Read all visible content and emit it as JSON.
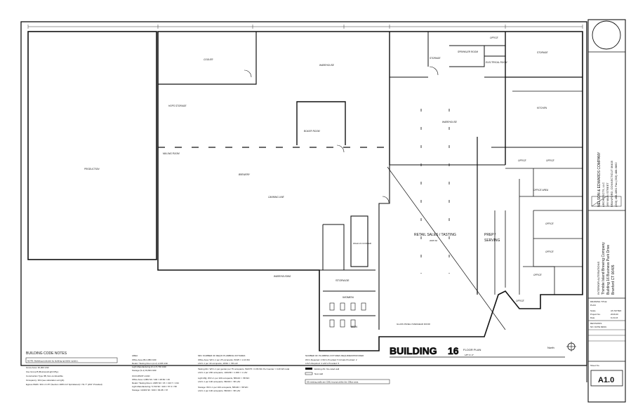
{
  "rooms": {
    "production": "PRODUCTION",
    "cooler": "COOLER",
    "warehouse": "WAREHOUSE",
    "hops_storage": "HOPS STORAGE",
    "boiler_room": "BOILER ROOM",
    "milling_room": "MILLING ROOM",
    "brewery": "BREWERY",
    "canning_line": "CANNING LINE",
    "warehousing": "WAREHOUSING",
    "storage": "STORAGE",
    "sprinkler_room": "SPRINKLER ROOM",
    "electrical_room": "ELECTRICAL ROOM",
    "office": "OFFICE",
    "kitchen": "KITCHEN",
    "warehouse_right": "WAREHOUSE",
    "office_area": "OFFICE AREA",
    "retail": "RETAIL SALES / TASTING",
    "retail_area": "2005 SF",
    "prep": "PREP /",
    "serving": "SERVING",
    "storage_main": "STORAGE",
    "women": "WOMEN",
    "men": "MEN",
    "walk_in_cooler": "WALK-IN COOLER",
    "glass_panel": "GLASS PANEL OVERHEAD DOOR"
  },
  "notes": {
    "heading": "BUILDING CODE NOTES",
    "sprinkler_note": "NOTE: Building protected by building sprinkler system.",
    "gross_area": "Gross Area: 30,000 GSF",
    "use_group": "Use Group B (Business/Light Mfg.)",
    "construction": "Construction Type IIB, Non-combustible",
    "occupancy": "Occupancy: 304 (see calculation at right)",
    "egress": "Egress Width: 304 x 0.15\" (Section 1005.3.2/ Sprinklered) = 51.7\" (204\" Provided)",
    "area_heading": "AREA",
    "area_lines": [
      "Office Area (B)          2,884 GSF",
      "Retail / Tasting Room (A-2)  2,005 GSF",
      "Light Manufacturing (F-1)   5,730 GSF",
      "Storage (S-1)             19,823 GSF"
    ],
    "occupant_heading": "OCCUPANT LOAD",
    "occupant_lines": [
      "Office Area: 2,884 SF / 100 = 28.84 = 29",
      "Retail / Tasting Room: 2005 SF / 15 = 133.7 = 134",
      "Light Manufacturing: 5,730 SF / 100 = 57.3 = 58",
      "Storage: 19,823 SF / 300 = 66.08 = 67"
    ],
    "fixtures_heading": "MIN. NUMBER OF REQ'D PLUMBING FIXTURES",
    "fixtures_lines": [
      "Office Area: WC's 1 per 25 occupants, 50/25 = 1.16 WC",
      "LAV's 1 per 40 occupants, 28/40 = .58 LAV",
      "Tasting Rm: WC's 1 per gender per 75 occupants, 50/2/75 = 0.86 WC Per Gender = 0.26 WC total",
      "LAV's 1 per 200 occupants, 134/200 = 1.000 = 1 LAV",
      "Light Mfg: WC's 1 per 100 occupants, 58/100 = .58 WC",
      "LAV's 1 per 100 occupants, 58/100 = .58 LAV",
      "Storage: WC's 1 per 100 occupants, 58/100 = .58 WC",
      "LAV's 1 per 100 occupants, 58/100 = .58 LAV"
    ],
    "provided_heading": "NUMBER OF PLUMBING FIXTURES REQUIRED/PROVIDED",
    "provided_lines": [
      "WC's Required: 4    WC's Provided: 5    Urinals Provided: 2",
      "LAV's Required: 4   LAV's Provided: 5"
    ],
    "legend_existing": "Existing 2hr. fire-rated wall",
    "legend_new": "New wall",
    "legend_note": "All existing walls are CMU except within the Office area"
  },
  "plan_title": {
    "building": "BUILDING",
    "number": "16",
    "floor_plan": "FLOOR PLAN",
    "scale": "1/8\"=1'-0\"",
    "north": "North"
  },
  "titleblock": {
    "firm_line1": "NELSON & EDWARDS COMPANY",
    "firm_line2": "ARCHITECTS, LLC",
    "firm_line3": "166 MAIN STREET",
    "firm_line4": "BRANFORD, CONNECTICUT 06405",
    "firm_line5": "(203) 488-4891  Fax (203) 488-9862",
    "project_line1": "INTERIOR ALTERATIONS",
    "project_line2": "Thimble Island Brewing Company",
    "project_line3": "Building 16 Business Park Drive",
    "project_line4": "Branford CT 06405",
    "drawing_title_label": "DRAWING TITLE:",
    "drawing_title": "PLAN",
    "scale_label": "Scale",
    "scale_value": "AS NOTED",
    "project_label": "Project No.",
    "project_value": "2016.00",
    "date_label": "Date",
    "date_value": "9-13-16",
    "revisions_label": "REVISIONS",
    "revisions_cols": "NO. DATE   DESC.",
    "sheet_label": "Sheet No.",
    "sheet_no": "A1.0"
  }
}
